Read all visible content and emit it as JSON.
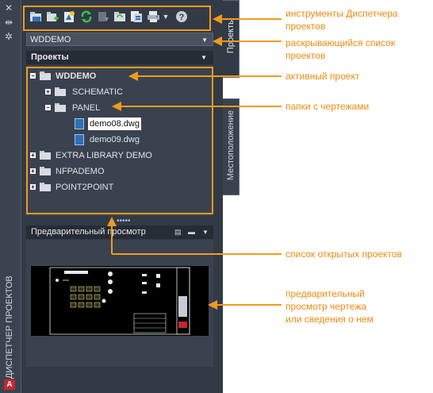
{
  "left_strip": {
    "vertical_title": "ДИСПЕТЧЕР ПРОЕКТОВ",
    "icons": [
      "close-icon",
      "pin-icon",
      "settings-icon"
    ],
    "app_logo": "A"
  },
  "toolbar": {
    "icons": [
      "open-project-icon",
      "new-project-icon",
      "new-drawing-icon",
      "refresh-icon",
      "update-retag-icon",
      "project-wide-update-icon",
      "publish-icon",
      "plot-icon",
      "dropdown-arrow-icon",
      "help-icon"
    ]
  },
  "project_select": {
    "value": "WDDEMO"
  },
  "projects_section": {
    "title": "Проекты"
  },
  "tree": {
    "active_project": "WDDEMO",
    "folder_schematic": "SCHEMATIC",
    "folder_panel": "PANEL",
    "drawing_1": "demo08.dwg",
    "drawing_2": "demo09.dwg",
    "project_2": "EXTRA LIBRARY DEMO",
    "project_3": "NFPADEMO",
    "project_4": "POINT2POINT"
  },
  "splitter": "•••••",
  "preview_section": {
    "title": "Предварительный просмотр"
  },
  "side_tabs": {
    "projects": "Проекты",
    "location": "Местоположение"
  },
  "callouts": {
    "toolbar": "инструменты Диспетчера\nпроектов",
    "dropdown": "раскрывающийся список\nпроектов",
    "active": "активный проект",
    "folders": "папки с чертежами",
    "open_list": "список открытых проектов",
    "preview": "предварительный\nпросмотр чертежа\nили сведения о нем"
  },
  "colors": {
    "callout": "#f08a0e",
    "panel_bg": "#323a46",
    "accent_blue": "#2e6fb8"
  }
}
